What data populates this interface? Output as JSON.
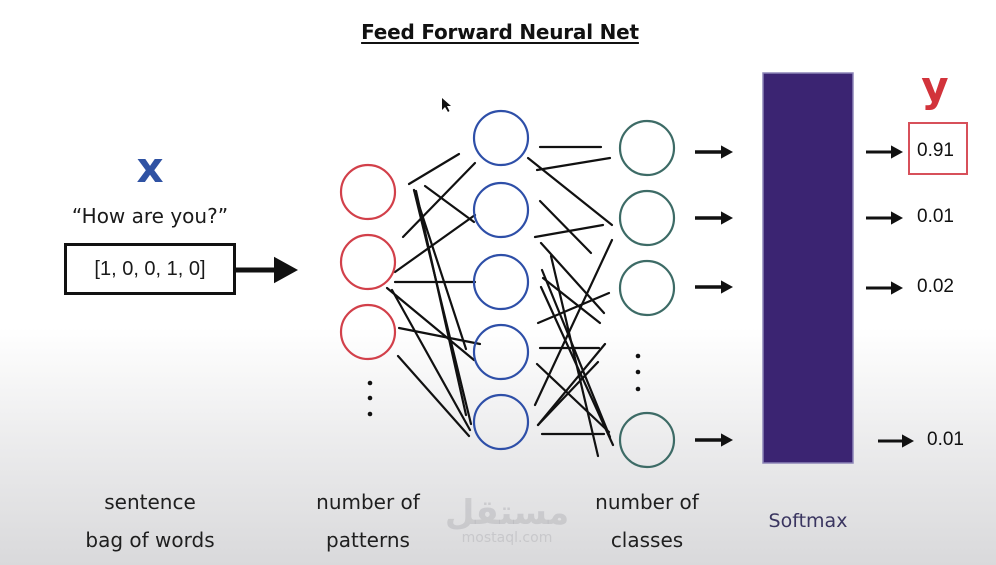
{
  "title": "Feed Forward Neural Net",
  "input": {
    "symbol": "x",
    "sentence": "“How are you?”",
    "vector": "[1, 0, 0, 1, 0]"
  },
  "output": {
    "symbol": "y",
    "values": [
      "0.91",
      "0.01",
      "0.02",
      "0.01"
    ],
    "highlighted_index": 0
  },
  "layers": {
    "input_layer": {
      "label_line1": "number of",
      "label_line2": "patterns",
      "visible_nodes": 3,
      "color": "#d2404a"
    },
    "hidden_layer": {
      "visible_nodes": 5,
      "color": "#2e4fa8"
    },
    "output_layer": {
      "label_line1": "number of",
      "label_line2": "classes",
      "visible_nodes": 4,
      "color": "#3d6b66"
    }
  },
  "softmax": {
    "label": "Softmax",
    "color": "#3b2472"
  },
  "captions": {
    "input_line1": "sentence",
    "input_line2": "bag of words"
  },
  "watermark": {
    "arabic": "مستقل",
    "latin": "mostaql.com"
  },
  "icons": {
    "cursor": "mouse-pointer-icon",
    "arrow": "right-arrow-icon",
    "ellipsis": "vertical-ellipsis-icon"
  }
}
